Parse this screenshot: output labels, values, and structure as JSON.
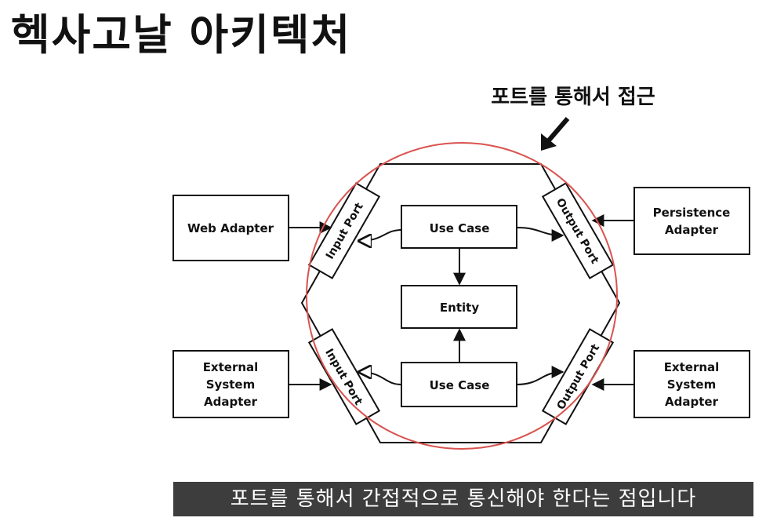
{
  "title": "헥사고날 아키텍처",
  "annotation": "포트를 통해서 접근",
  "caption": "포트를 통해서 간접적으로 통신해야 한다는 점입니다",
  "diagram": {
    "web_adapter": "Web Adapter",
    "external_adapter_left": [
      "External",
      "System",
      "Adapter"
    ],
    "persistence_adapter": [
      "Persistence",
      "Adapter"
    ],
    "external_adapter_right": [
      "External",
      "System",
      "Adapter"
    ],
    "input_port_top": "Input Port",
    "input_port_bottom": "Input Port",
    "output_port_top": "Output Port",
    "output_port_bottom": "Output Port",
    "use_case_top": "Use Case",
    "use_case_bottom": "Use Case",
    "entity": "Entity"
  },
  "colors": {
    "highlight_circle": "#d9534f",
    "caption_bg": "#3d3d3d"
  }
}
